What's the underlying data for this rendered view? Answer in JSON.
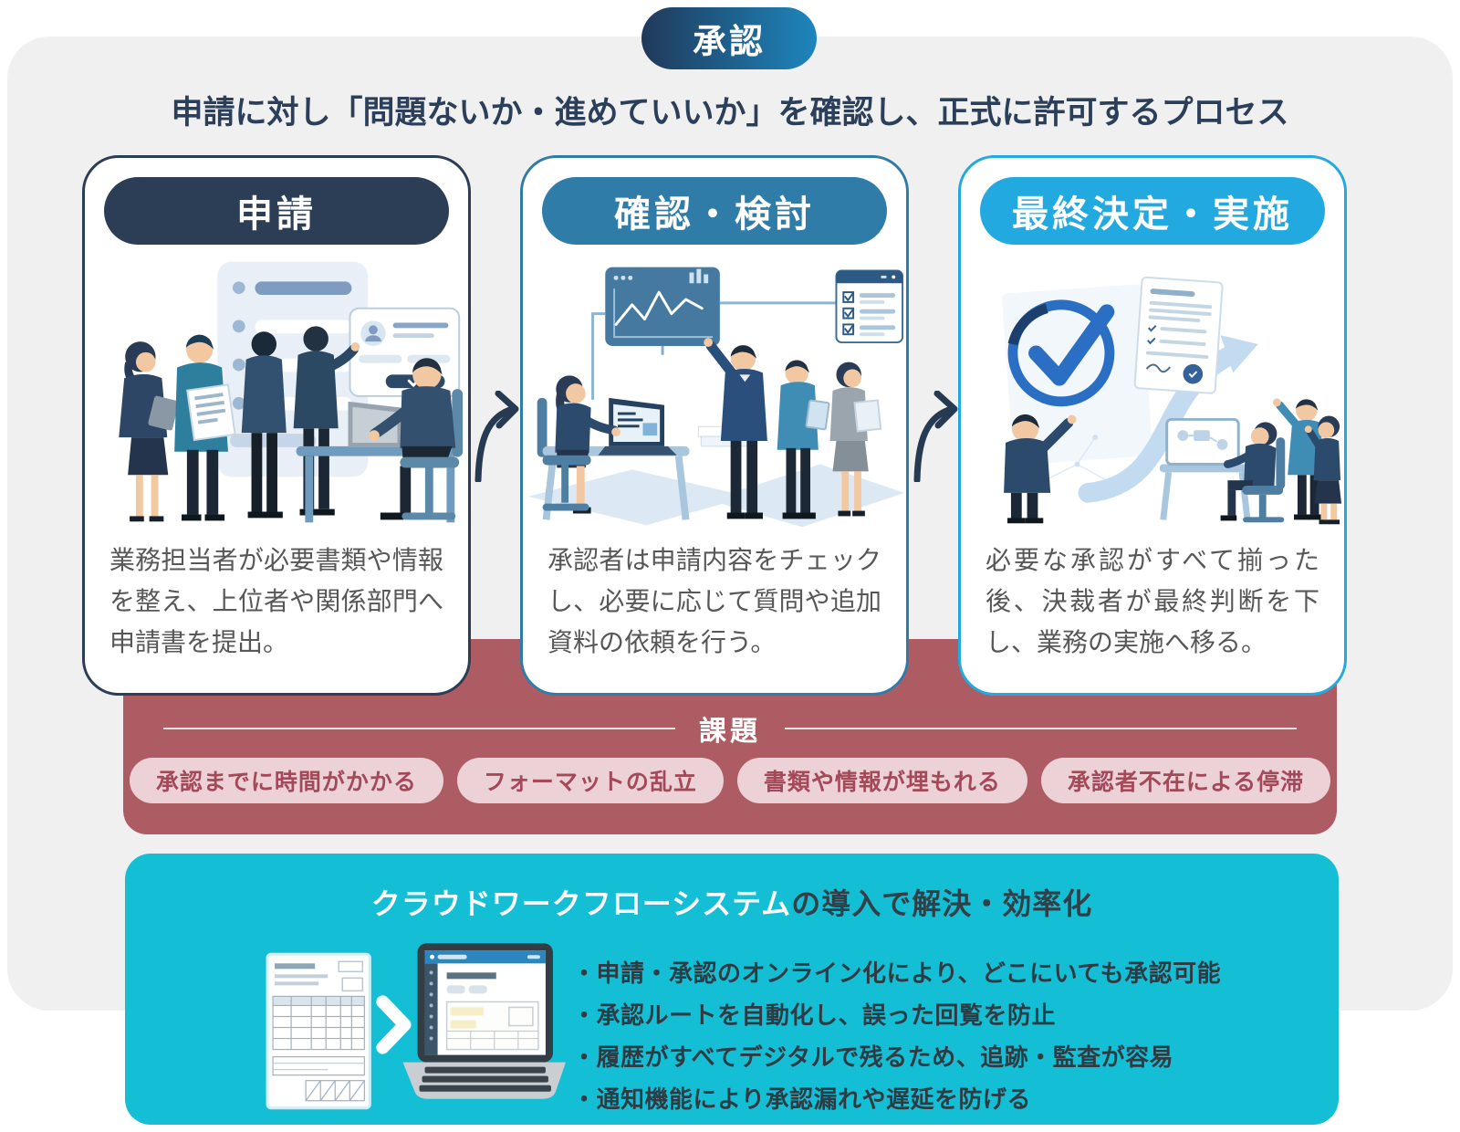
{
  "badge": {
    "label": "承認"
  },
  "header": {
    "title": "申請に対し「問題ないか・進めていいか」を確認し、正式に許可するプロセス"
  },
  "steps": [
    {
      "title": "申請",
      "description": "業務担当者が必要書類や情報を整え、上位者や関係部門へ申請書を提出。",
      "accent": "#2b3e55"
    },
    {
      "title": "確認・検討",
      "description": "承認者は申請内容をチェックし、必要に応じて質問や追加資料の依頼を行う。",
      "accent": "#2f7ca9"
    },
    {
      "title": "最終決定・実施",
      "description": "必要な承認がすべて揃った後、決裁者が最終判断を下し、業務の実施へ移る。",
      "accent": "#21a9e0"
    }
  ],
  "issues": {
    "title": "課題",
    "items": [
      "承認までに時間がかかる",
      "フォーマットの乱立",
      "書類や情報が埋もれる",
      "承認者不在による停滞"
    ],
    "band_color": "#ae5c64",
    "pill_bg": "#ecd2d6",
    "pill_text": "#a4495a"
  },
  "solution": {
    "title_highlight": "クラウドワークフローシステム",
    "title_rest": "の導入で解決・効率化",
    "bullets": [
      "・申請・承認のオンライン化により、どこにいても承認可能",
      "・承認ルートを自動化し、誤った回覧を防止",
      "・履歴がすべてデジタルで残るため、追跡・監査が容易",
      "・通知機能により承認漏れや遅延を防げる"
    ],
    "band_color": "#14bfd6"
  },
  "colors": {
    "badge_gradient_start": "#20395a",
    "badge_gradient_end": "#1d86bd",
    "panel_bg": "#f0f0f0",
    "title_text": "#2b3f5a",
    "card_text": "#575757",
    "arrow": "#263a51",
    "solution_text_dark": "#2f3b43"
  }
}
